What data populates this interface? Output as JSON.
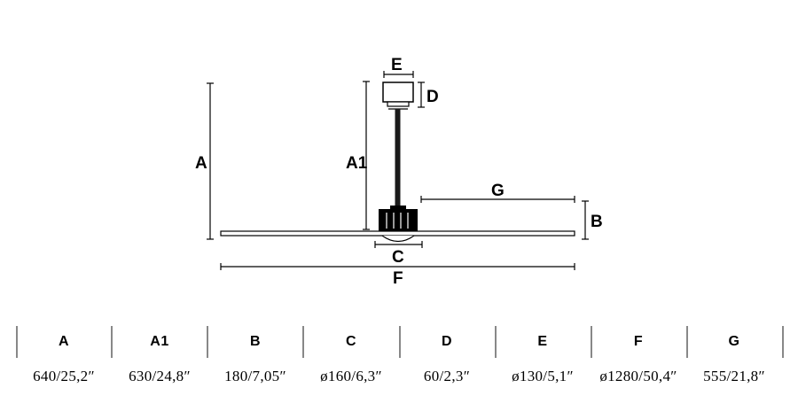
{
  "diagram": {
    "labels": {
      "A": "A",
      "A1": "A1",
      "B": "B",
      "C": "C",
      "D": "D",
      "E": "E",
      "F": "F",
      "G": "G"
    }
  },
  "specs": {
    "columns": [
      {
        "header": "A",
        "value": "640/25,2″"
      },
      {
        "header": "A1",
        "value": "630/24,8″"
      },
      {
        "header": "B",
        "value": "180/7,05″"
      },
      {
        "header": "C",
        "value": "ø160/6,3″"
      },
      {
        "header": "D",
        "value": "60/2,3″"
      },
      {
        "header": "E",
        "value": "ø130/5,1″"
      },
      {
        "header": "F",
        "value": "ø1280/50,4″"
      },
      {
        "header": "G",
        "value": "555/21,8″"
      }
    ]
  }
}
